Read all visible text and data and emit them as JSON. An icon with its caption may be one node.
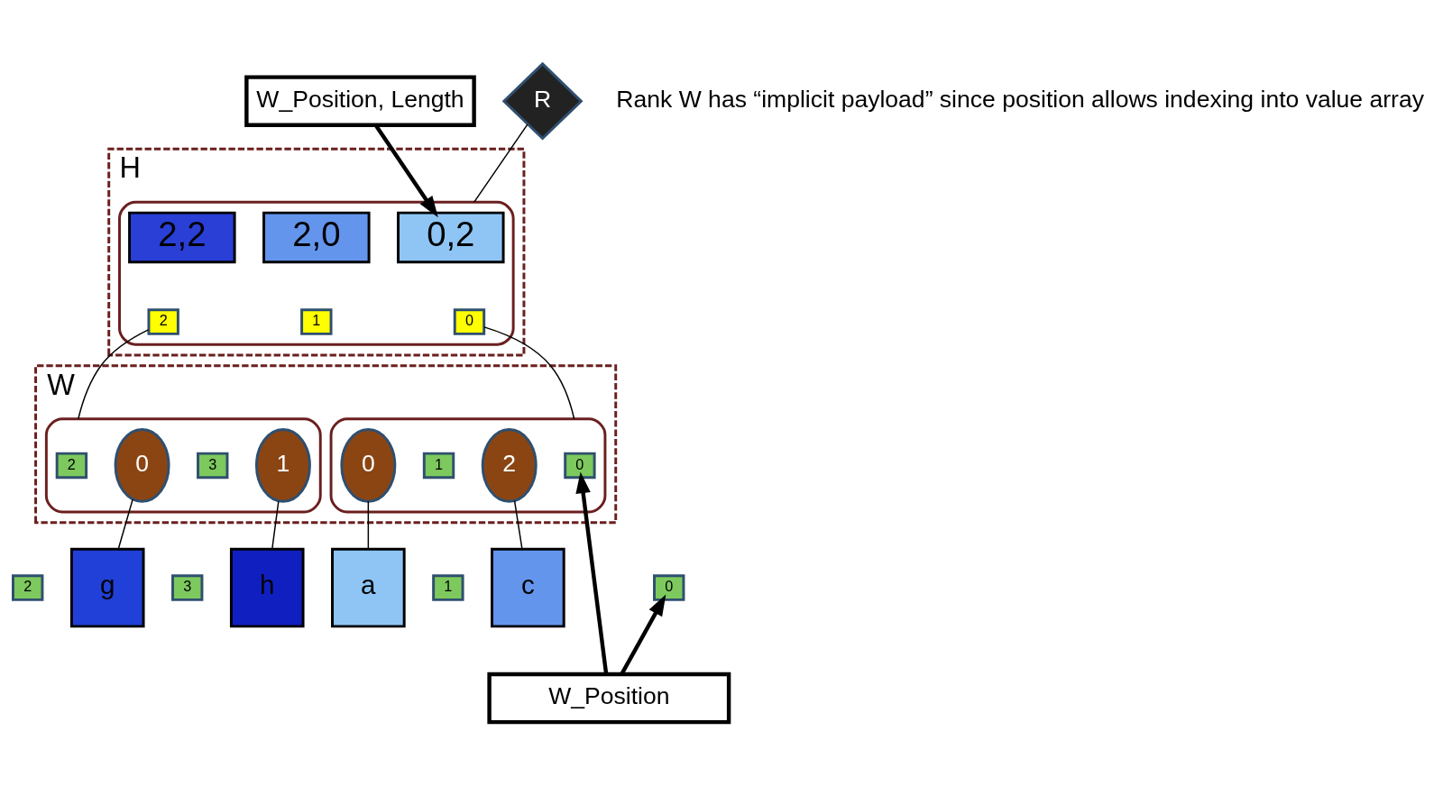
{
  "diagram": {
    "nodes": [
      {
        "text": [
          "W_Position, Length"
        ]
      },
      {
        "text": [
          "R"
        ]
      },
      {
        "text": [
          "H"
        ]
      },
      {
        "text": [],
        "shape": "ellipse",
        "in": 2
      },
      {
        "text": [
          "0,2"
        ],
        "in": 3
      },
      {
        "text": [
          "0"
        ],
        "in": 3
      },
      {
        "text": [
          "2,0"
        ],
        "in": 3
      },
      {
        "text": [
          "1"
        ],
        "in": 3
      },
      {
        "text": [
          "2,2"
        ],
        "in": 3
      },
      {
        "text": [
          "2"
        ],
        "in": 3
      },
      {
        "text": [
          "W"
        ]
      },
      {
        "text": [],
        "shape": "ellipse",
        "in": 10
      },
      {
        "text": [
          "0"
        ],
        "in": 11
      },
      {
        "text": [
          "0"
        ],
        "in": 11
      },
      {
        "text": [
          "1"
        ],
        "in": 11
      },
      {
        "text": [
          "2"
        ],
        "in": 11
      },
      {
        "text": [],
        "shape": "ellipse",
        "in": 10
      },
      {
        "text": [
          "2"
        ],
        "in": 16
      },
      {
        "text": [
          "0"
        ],
        "in": 16
      },
      {
        "text": [
          "3"
        ],
        "in": 16
      },
      {
        "text": [
          "1"
        ],
        "in": 16
      },
      {
        "text": [
          "0"
        ]
      },
      {
        "text": [
          "a"
        ]
      },
      {
        "text": [
          "1"
        ]
      },
      {
        "text": [
          "c"
        ]
      },
      {
        "text": [
          "2"
        ]
      },
      {
        "text": [
          "g"
        ]
      },
      {
        "text": [
          "3"
        ]
      },
      {
        "text": [
          "h"
        ]
      },
      {
        "text": [
          "W_Position"
        ]
      }
    ],
    "edges": [
      {
        "from": 0,
        "to": 4,
        "arrow": "to",
        "style": "thick"
      },
      {
        "from": 1,
        "to": 3,
        "arrow": "none"
      },
      {
        "from": 5,
        "to": 11,
        "arrow": "none"
      },
      {
        "from": 9,
        "to": 16,
        "arrow": "none"
      },
      {
        "from": 13,
        "to": 22,
        "arrow": "none"
      },
      {
        "from": 15,
        "to": 24,
        "arrow": "none"
      },
      {
        "from": 18,
        "to": 26,
        "arrow": "none"
      },
      {
        "from": 20,
        "to": 28,
        "arrow": "none"
      },
      {
        "from": 29,
        "to": 12,
        "arrow": "to",
        "style": "thick"
      },
      {
        "from": 29,
        "to": 21,
        "arrow": "to",
        "style": "thick"
      }
    ],
    "labels": [
      "Rank W has “implicit payload” since position allows indexing into value array"
    ]
  }
}
